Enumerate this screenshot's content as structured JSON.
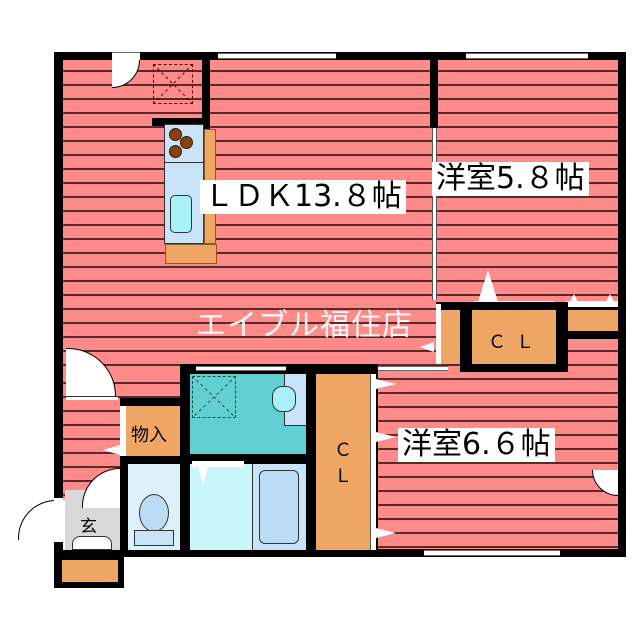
{
  "floorplan": {
    "rooms": {
      "ldk": {
        "label": "ＬＤＫ13.８帖",
        "type": "LDK",
        "size_jo": 13.8
      },
      "western_room_1": {
        "label": "洋室5.８帖",
        "type": "洋室",
        "size_jo": 5.8
      },
      "western_room_2": {
        "label": "洋室6.６帖",
        "type": "洋室",
        "size_jo": 6.6
      },
      "closet_1": {
        "label": "ＣＬ"
      },
      "closet_2": {
        "label_c": "Ｃ",
        "label_l": "Ｌ"
      },
      "storage": {
        "label": "物入"
      },
      "entrance": {
        "label": "玄"
      }
    },
    "watermark": "エイブル福住店",
    "colors": {
      "floor": "#ff8a8a",
      "closet": "#eea665",
      "washroom": "#62cfd0",
      "bathroom": "#c8f6fa",
      "fixtures": "#c9e3f8",
      "wall": "#000000"
    }
  }
}
